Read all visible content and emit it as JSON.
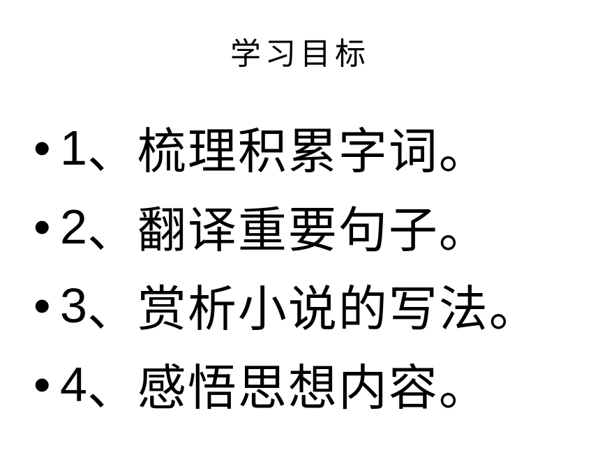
{
  "slide": {
    "title": "学习目标",
    "bullet_marker": "•",
    "items": [
      {
        "number": "1",
        "text": "、梳理积累字词。"
      },
      {
        "number": "2",
        "text": "、翻译重要句子。"
      },
      {
        "number": "3",
        "text": "、赏析小说的写法。"
      },
      {
        "number": "4",
        "text": "、感悟思想内容。"
      }
    ]
  }
}
